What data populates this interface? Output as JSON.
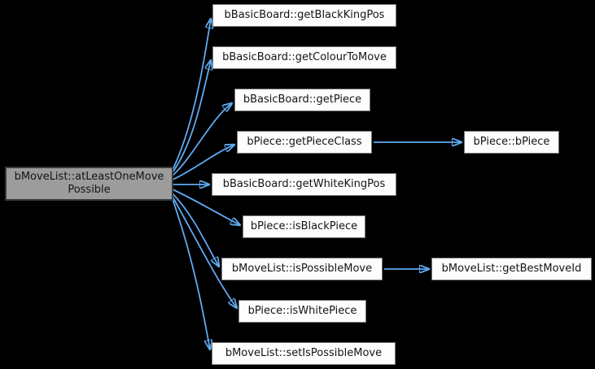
{
  "diagram": {
    "type": "call-graph",
    "background_color": "#000000",
    "edge_color": "#5faaf0",
    "node_fill": "#fdfdfd",
    "node_border_color": "#757575",
    "main_node": {
      "label": "bMoveList::atLeastOneMove\nPossible",
      "fill": "#9c9c9c",
      "border_color": "#383838"
    },
    "callees": [
      {
        "label": "bBasicBoard::getBlackKingPos"
      },
      {
        "label": "bBasicBoard::getColourToMove"
      },
      {
        "label": "bBasicBoard::getPiece"
      },
      {
        "label": "bPiece::getPieceClass"
      },
      {
        "label": "bBasicBoard::getWhiteKingPos"
      },
      {
        "label": "bPiece::isBlackPiece"
      },
      {
        "label": "bMoveList::isPossibleMove"
      },
      {
        "label": "bPiece::isWhitePiece"
      },
      {
        "label": "bMoveList::setIsPossibleMove"
      }
    ],
    "secondary_callees": [
      {
        "label": "bPiece::bPiece",
        "called_from": "bPiece::getPieceClass"
      },
      {
        "label": "bMoveList::getBestMoveId",
        "called_from": "bMoveList::isPossibleMove"
      }
    ]
  }
}
